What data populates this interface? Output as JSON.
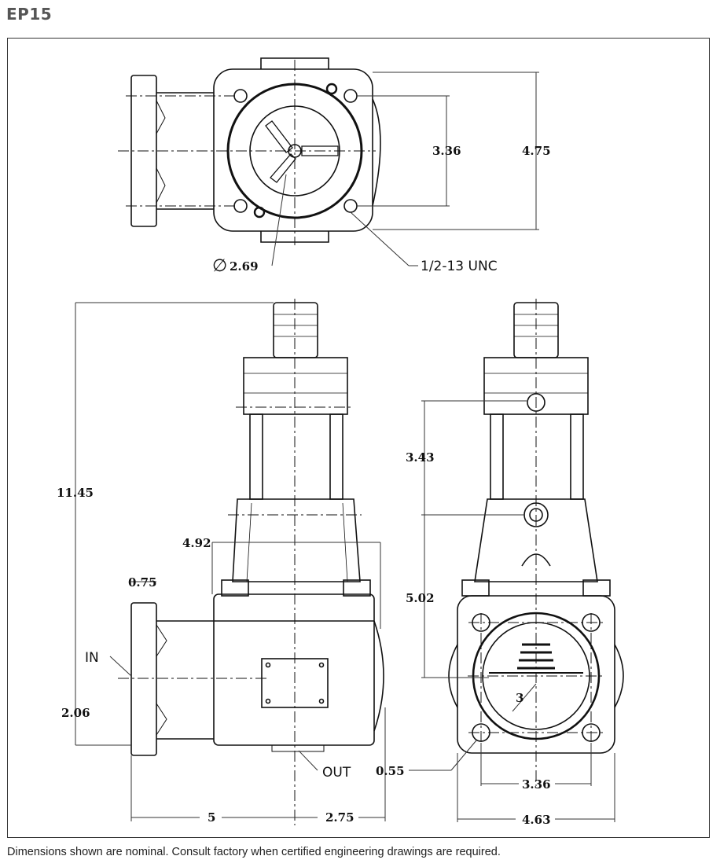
{
  "title": "EP15",
  "footer_note": "Dimensions shown are nominal. Consult factory when certified engineering drawings are  required.",
  "top_view": {
    "dim_bolt_spacing": "3.36",
    "dim_width": "4.75",
    "dim_diameter": "2.69",
    "diameter_symbol": "∅",
    "thread_callout": "1/2-13 UNC"
  },
  "side_view": {
    "dim_height": "11.45",
    "dim_width_upper": "4.92",
    "dim_flange": "0.75",
    "label_inlet": "IN",
    "dim_inlet_height": "2.06",
    "label_outlet": "OUT",
    "dim_inlet_to_center": "5",
    "dim_center_to_edge": "2.75"
  },
  "front_view": {
    "dim_upper": "3.43",
    "dim_lower": "5.02",
    "dim_port": "3",
    "dim_hole": "0.55",
    "dim_bolt_spacing": "3.36",
    "dim_width": "4.63"
  },
  "colors": {
    "line": "#111111",
    "dim_line": "#333333",
    "title": "#555555"
  }
}
